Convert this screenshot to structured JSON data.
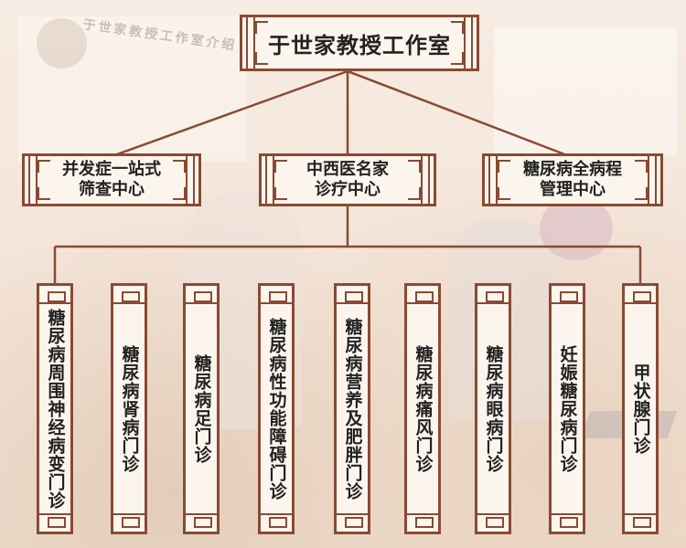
{
  "title": "于世家教授工作室",
  "background": {
    "panel_caption": "于世家教授工作室介绍"
  },
  "centers": [
    {
      "line1": "并发症一站式",
      "line2": "筛查中心"
    },
    {
      "line1": "中西医名家",
      "line2": "诊疗中心"
    },
    {
      "line1": "糖尿病全病程",
      "line2": "管理中心"
    }
  ],
  "clinics": [
    "糖尿病周围神经病变门诊",
    "糖尿病肾病门诊",
    "糖尿病足门诊",
    "糖尿病性功能障碍门诊",
    "糖尿病营养及肥胖门诊",
    "糖尿病痛风门诊",
    "糖尿病眼病门诊",
    "妊娠糖尿病门诊",
    "甲状腺门诊"
  ],
  "colors": {
    "border": "#8a4a33",
    "line": "#8a4a33",
    "fill": "#fbf5ee"
  }
}
